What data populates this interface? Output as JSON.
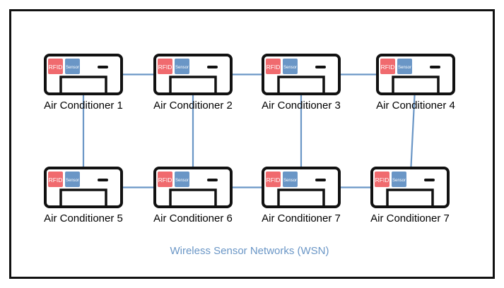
{
  "colors": {
    "link": "#6a96c6",
    "rfid_chip": "#f06a6e",
    "sensor_chip": "#6a96c6",
    "outline": "#111111",
    "footer_text": "#6a96c6"
  },
  "units": [
    {
      "label": "Air Conditioner 1",
      "rfid": "RFID",
      "sensor": "Sensor"
    },
    {
      "label": "Air Conditioner 2",
      "rfid": "RFID",
      "sensor": "Sensor"
    },
    {
      "label": "Air Conditioner 3",
      "rfid": "RFID",
      "sensor": "Sensor"
    },
    {
      "label": "Air Conditioner 4",
      "rfid": "RFID",
      "sensor": "Sensor"
    },
    {
      "label": "Air Conditioner 5",
      "rfid": "RFID",
      "sensor": "Sensor"
    },
    {
      "label": "Air Conditioner 6",
      "rfid": "RFID",
      "sensor": "Sensor"
    },
    {
      "label": "Air Conditioner 7",
      "rfid": "RFID",
      "sensor": "Sensor"
    },
    {
      "label": "Air Conditioner 7",
      "rfid": "RFID",
      "sensor": "Sensor"
    }
  ],
  "links": [
    [
      0,
      1
    ],
    [
      1,
      2
    ],
    [
      2,
      3
    ],
    [
      4,
      5
    ],
    [
      5,
      6
    ],
    [
      6,
      7
    ],
    [
      0,
      4
    ],
    [
      1,
      5
    ],
    [
      2,
      6
    ],
    [
      3,
      7
    ]
  ],
  "footer": "Wireless Sensor Networks (WSN)"
}
